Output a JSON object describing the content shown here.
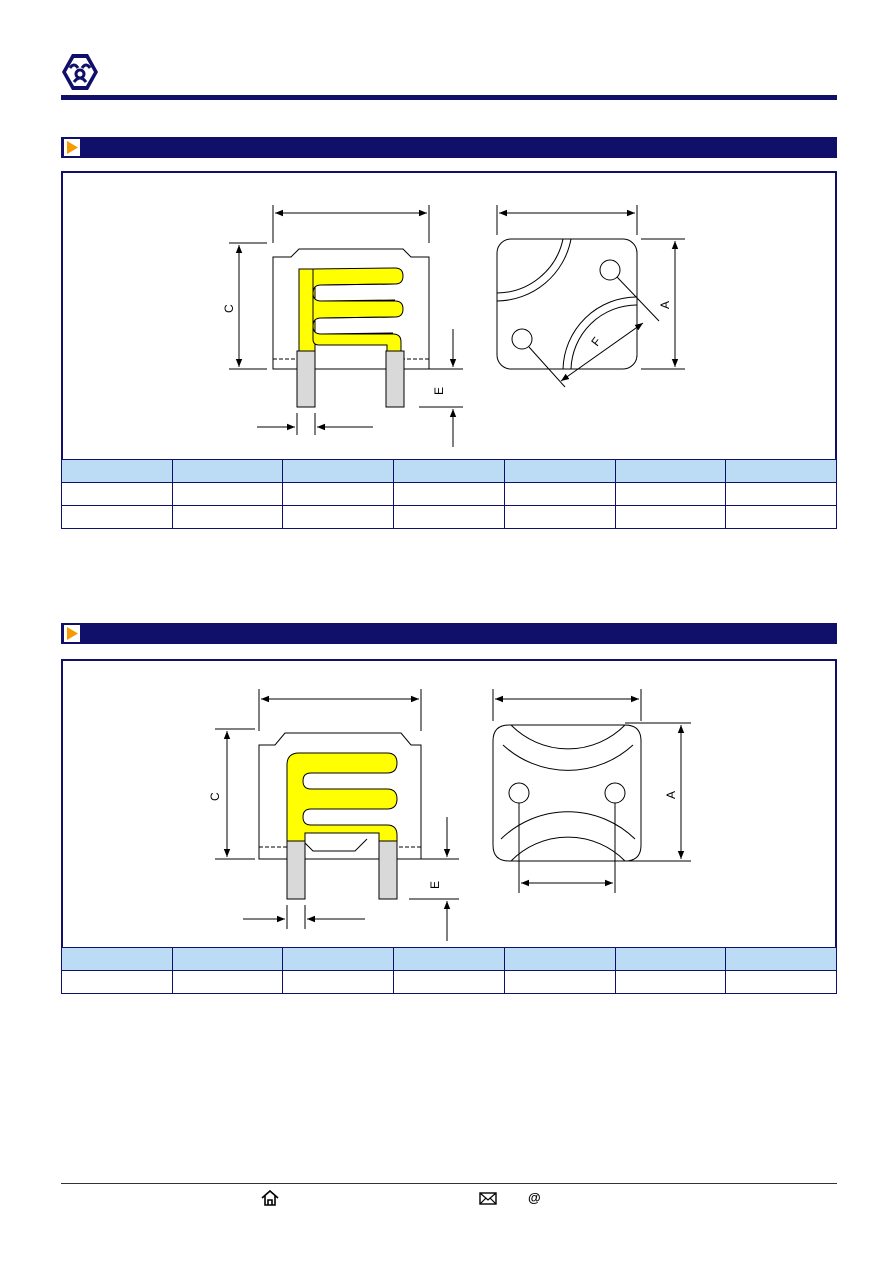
{
  "colors": {
    "brand_navy": "#10106a",
    "table_header": "#bcdcf5",
    "coil_yellow": "#ffff00",
    "lead_grey": "#d9d9d9",
    "marker_orange": "#f59a00"
  },
  "icons": {
    "logo": "company-logo",
    "home": "home-icon",
    "mail": "envelope-icon",
    "at": "at-sign-icon"
  },
  "section1": {
    "title": "",
    "drawing": {
      "label_c": "C",
      "label_e": "E",
      "label_a": "A",
      "label_f": "F"
    },
    "table": {
      "header": [
        "",
        "",
        "",
        "",
        "",
        "",
        ""
      ],
      "rows": [
        [
          "",
          "",
          "",
          "",
          "",
          "",
          ""
        ],
        [
          "",
          "",
          "",
          "",
          "",
          "",
          ""
        ]
      ]
    }
  },
  "section2": {
    "title": "",
    "drawing": {
      "label_c": "C",
      "label_e": "E",
      "label_a": "A"
    },
    "table": {
      "header": [
        "",
        "",
        "",
        "",
        "",
        "",
        ""
      ],
      "rows": [
        [
          "",
          "",
          "",
          "",
          "",
          "",
          ""
        ]
      ]
    }
  },
  "footer": {
    "home_text": "",
    "mail_text": "",
    "at_symbol": "@"
  }
}
